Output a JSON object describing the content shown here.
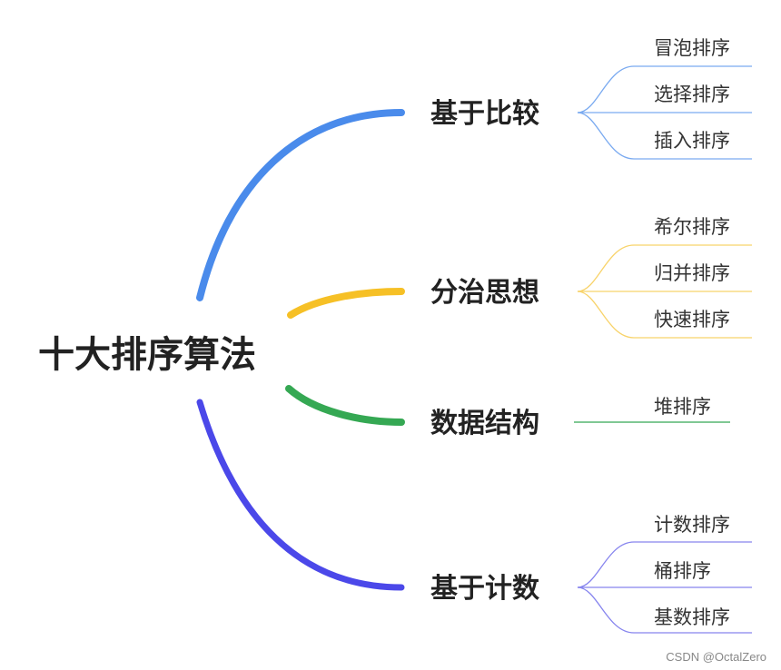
{
  "root": {
    "label": "十大排序算法"
  },
  "branches": [
    {
      "label": "基于比较",
      "color": "#4A8BEB",
      "leaf_color": "#7AAAF0",
      "leaves": [
        "冒泡排序",
        "选择排序",
        "插入排序"
      ]
    },
    {
      "label": "分治思想",
      "color": "#F6C026",
      "leaf_color": "#F8D36A",
      "leaves": [
        "希尔排序",
        "归并排序",
        "快速排序"
      ]
    },
    {
      "label": "数据结构",
      "color": "#35A853",
      "leaf_color": "#35A853",
      "leaves": [
        "堆排序"
      ]
    },
    {
      "label": "基于计数",
      "color": "#4B48E9",
      "leaf_color": "#8684EE",
      "leaves": [
        "计数排序",
        "桶排序",
        "基数排序"
      ]
    }
  ],
  "watermark": "CSDN @OctalZero"
}
